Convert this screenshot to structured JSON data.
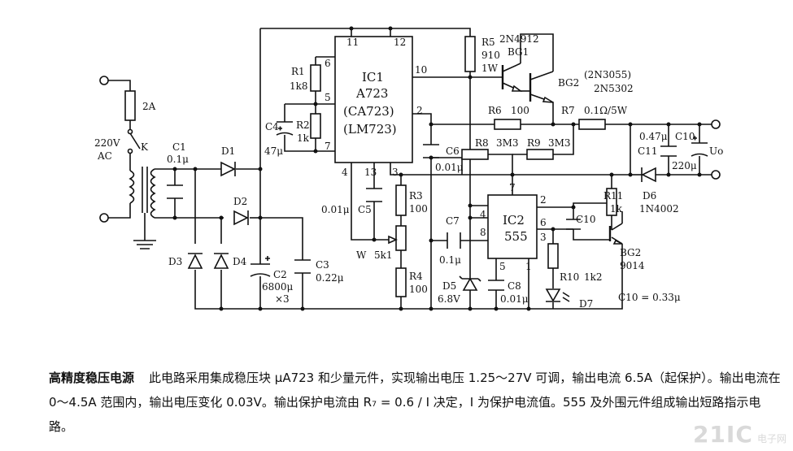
{
  "diagram": {
    "labels": {
      "fuse": "2A",
      "ac_voltage": "220V",
      "ac": "AC",
      "switch_k": "K",
      "c1": "C1",
      "c1_val": "0.1μ",
      "d1": "D1",
      "d2": "D2",
      "d3": "D3",
      "d4": "D4",
      "c2": "C2",
      "c2_val": "6800μ",
      "c2_val2": "×3",
      "c3": "C3",
      "c3_val": "0.22μ",
      "r1": "R1",
      "r1_val": "1k8",
      "r2": "R2",
      "r2_val": "1k",
      "c4": "C4",
      "c4_val": "47μ",
      "ic1": "IC1",
      "ic1_l2": "A723",
      "ic1_l3": "(CA723)",
      "ic1_l4": "(LM723)",
      "pin11": "11",
      "pin12": "12",
      "pin6": "6",
      "pin5": "5",
      "pin7": "7",
      "pin10": "10",
      "pin2": "2",
      "pin4": "4",
      "pin13": "13",
      "pin3": "3",
      "c5": "C5",
      "c5_val": "0.01μ",
      "r3": "R3",
      "r3_val": "100",
      "pot_w": "W",
      "pot_val": "5k1",
      "r4": "R4",
      "r4_val": "100",
      "r5": "R5",
      "r5_val": "910",
      "r5_w": "1W",
      "bg1_type": "2N4912",
      "bg1": "BG1",
      "bg2": "BG2",
      "bg2_type": "(2N3055)",
      "bg2_type2": "2N5302",
      "r6": "R6",
      "r6_val": "100",
      "r7": "R7",
      "r7_val": "0.1Ω/5W",
      "c6": "C6",
      "c6_val": "0.01μ",
      "r8": "R8",
      "r8_val": "3M3",
      "r9": "R9",
      "r9_val": "3M3",
      "ic2": "IC2",
      "ic2_l2": "555",
      "p7": "7",
      "p2": "2",
      "p4": "4",
      "p8": "8",
      "p6": "6",
      "p3": "3",
      "p5": "5",
      "p1": "1",
      "c7": "C7",
      "c7_val": "0.1μ",
      "d5": "D5",
      "d5_val": "6.8V",
      "c8": "C8",
      "c8_val": "0.01μ",
      "c10a": "C10",
      "r10": "R10",
      "r10_val": "1k2",
      "d7": "D7",
      "r11": "R11",
      "r11_val": "1k",
      "d6": "D6",
      "d6_type": "1N4002",
      "bg2b": "BG2",
      "bg2b_type": "9014",
      "c10_note": "C10 = 0.33μ",
      "c11_val": "0.47μ",
      "c11": "C11",
      "c10b": "C10",
      "c10b_val": "220μ",
      "uo": "Uo"
    }
  },
  "caption": {
    "title": "高精度稳压电源",
    "body": "此电路采用集成稳压块 μA723 和少量元件，实现输出电压 1.25～27V 可调，输出电流 6.5A（起保护）。输出电流在 0～4.5A 范围内，输出电压变化 0.03V。输出保护电流由 R₇ = 0.6 / I 决定，I 为保护电流值。555 及外围元件组成输出短路指示电路。"
  },
  "watermark": {
    "main": "21IC",
    "sub": "电子网"
  }
}
